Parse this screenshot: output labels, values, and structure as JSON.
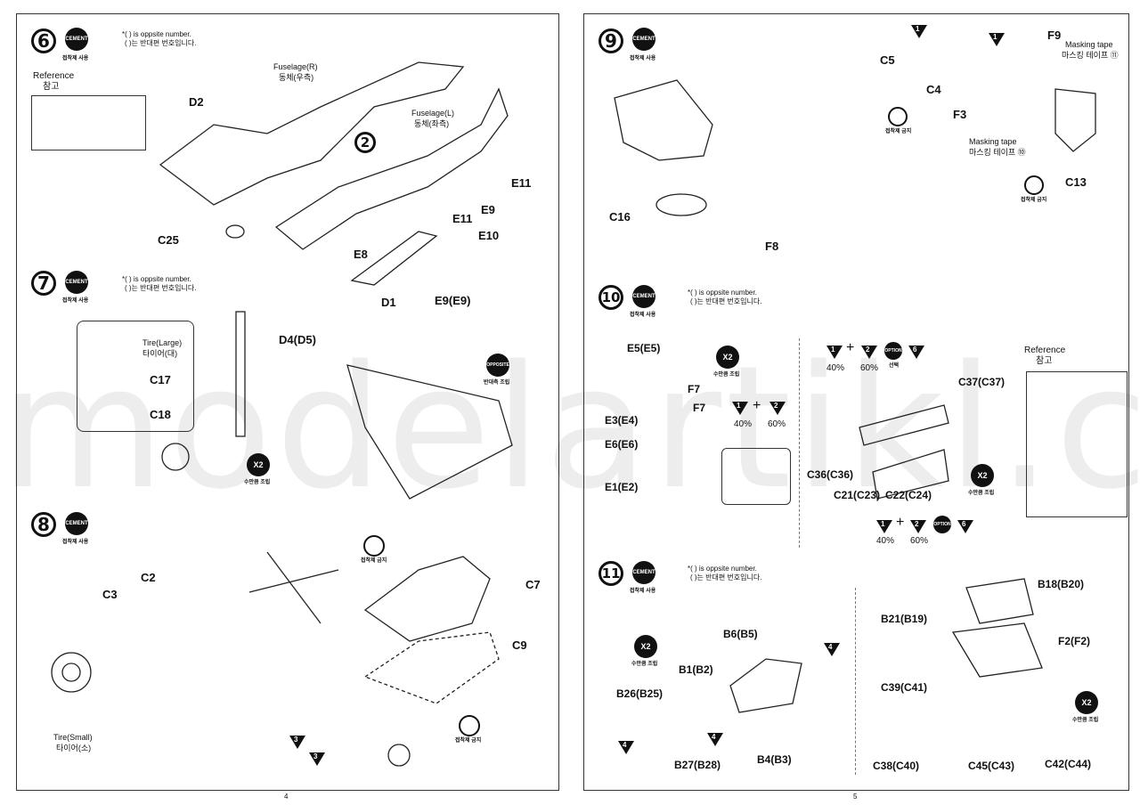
{
  "watermark": "modelartikl.cz",
  "common": {
    "opposite_en": "*( ) is oppsite number.",
    "opposite_ko": "( )는 반대편 번호입니다.",
    "cement": "CEMENT",
    "cement_use": "접착제 사용",
    "no_cement": "접착제 금지",
    "x2": "X2",
    "x2_caption": "수만큼 조립",
    "opposite": "OPPOSITE",
    "opposite_caption": "반대측 조립",
    "option": "OPTION",
    "option_caption": "선택",
    "reference": "Reference",
    "reference_ko": "참고"
  },
  "pages": [
    {
      "number": "4"
    },
    {
      "number": "5"
    }
  ],
  "step6": {
    "number": "6",
    "labels": [
      "D2",
      "Fuselage(R)",
      "동체(우측)",
      "Fuselage(L)",
      "동체(좌측)",
      "2",
      "E11",
      "E9",
      "E11",
      "E10",
      "C25",
      "E8",
      "D1",
      "E9(E9)"
    ]
  },
  "step7": {
    "number": "7",
    "labels": [
      "Tire(Large)",
      "타이어(대)",
      "C17",
      "C18",
      "D4(D5)"
    ]
  },
  "step8": {
    "number": "8",
    "labels": [
      "C2",
      "C3",
      "Tire(Small)",
      "타이어(소)",
      "C7",
      "C9",
      "3",
      "3"
    ]
  },
  "step9": {
    "number": "9",
    "labels": [
      "C5",
      "C4",
      "F9",
      "Masking tape",
      "마스킹 테이프 ⑪",
      "F3",
      "Masking tape",
      "마스킹 테이프 ⑩",
      "C13",
      "C16",
      "F8",
      "1",
      "1"
    ]
  },
  "step10": {
    "number": "10",
    "labels": [
      "E5(E5)",
      "F7",
      "F7",
      "E3(E4)",
      "E6(E6)",
      "E1(E2)",
      "1",
      "2",
      "40%",
      "60%",
      "C37(C37)",
      "C36(C36)",
      "C21(C23)",
      "C22(C24)",
      "6",
      "1",
      "2",
      "40%",
      "60%",
      "6"
    ]
  },
  "step11": {
    "number": "11",
    "labels": [
      "B6(B5)",
      "B1(B2)",
      "B26(B25)",
      "B27(B28)",
      "B4(B3)",
      "4",
      "4",
      "4",
      "B18(B20)",
      "B21(B19)",
      "F2(F2)",
      "C39(C41)",
      "C38(C40)",
      "C45(C43)",
      "C42(C44)"
    ]
  }
}
